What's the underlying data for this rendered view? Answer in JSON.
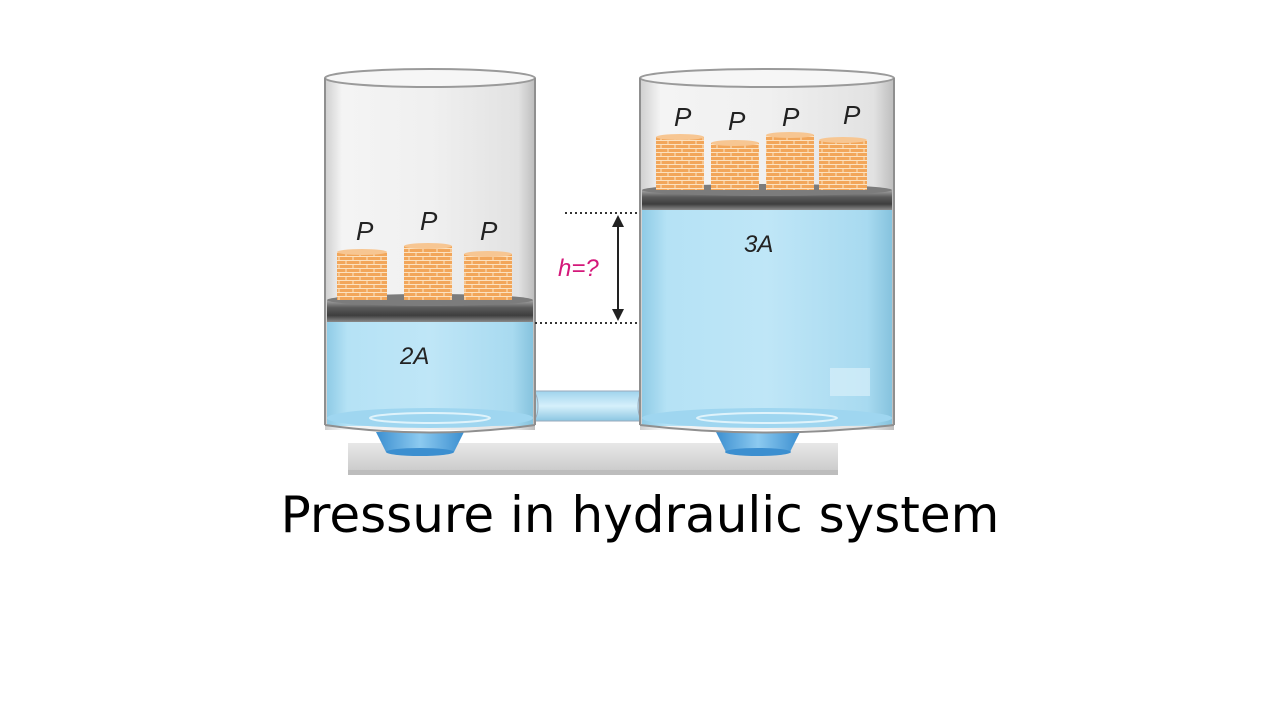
{
  "caption": "Pressure in hydraulic system",
  "diagram": {
    "left_cylinder": {
      "area_label": "2A",
      "weight_labels": [
        "P",
        "P",
        "P"
      ]
    },
    "right_cylinder": {
      "area_label": "3A",
      "weight_labels": [
        "P",
        "P",
        "P",
        "P"
      ]
    },
    "height_label": "h=?"
  },
  "colors": {
    "fluid": "#a9dcf2",
    "glass": "#eeeeee",
    "piston": "#5f5f5f",
    "brick": "#f2a65a",
    "height_label": "#d4187a",
    "caption": "#000000"
  }
}
